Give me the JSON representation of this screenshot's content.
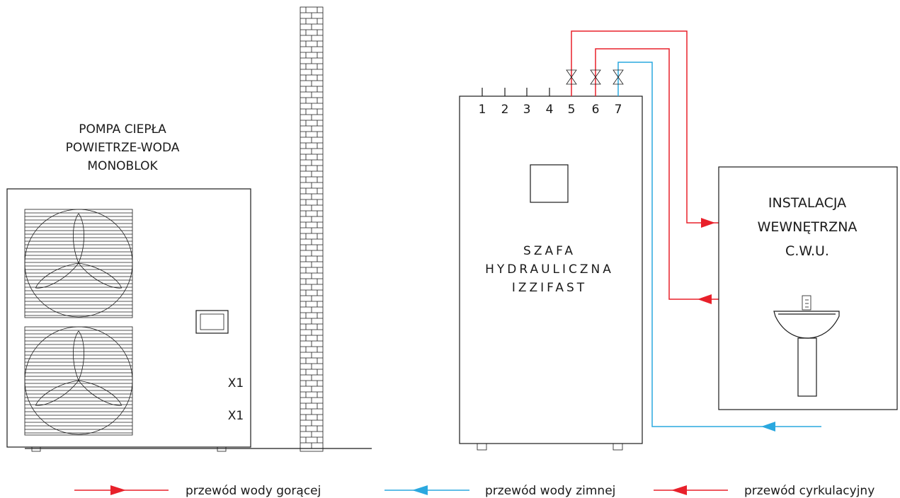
{
  "heat_pump": {
    "title_lines": [
      "POMPA CIEPŁA",
      "POWIETRZE-WODA",
      "MONOBLOK"
    ],
    "connector_top": "X1",
    "connector_bottom": "X1"
  },
  "cabinet": {
    "title_lines": [
      "SZAFA",
      "HYDRAULICZNA",
      "IZZIFAST"
    ],
    "ports": [
      "1",
      "2",
      "3",
      "4",
      "5",
      "6",
      "7"
    ]
  },
  "installation": {
    "title_lines": [
      "INSTALACJA",
      "WEWNĘTRZNA",
      "C.W.U."
    ]
  },
  "legend": {
    "hot": "przewód wody gorącej",
    "cold": "przewód wody zimnej",
    "circ": "przewód cyrkulacyjny"
  },
  "colors": {
    "hot": "#e8202a",
    "cold": "#2aa8df",
    "line": "#1a1a1a"
  }
}
